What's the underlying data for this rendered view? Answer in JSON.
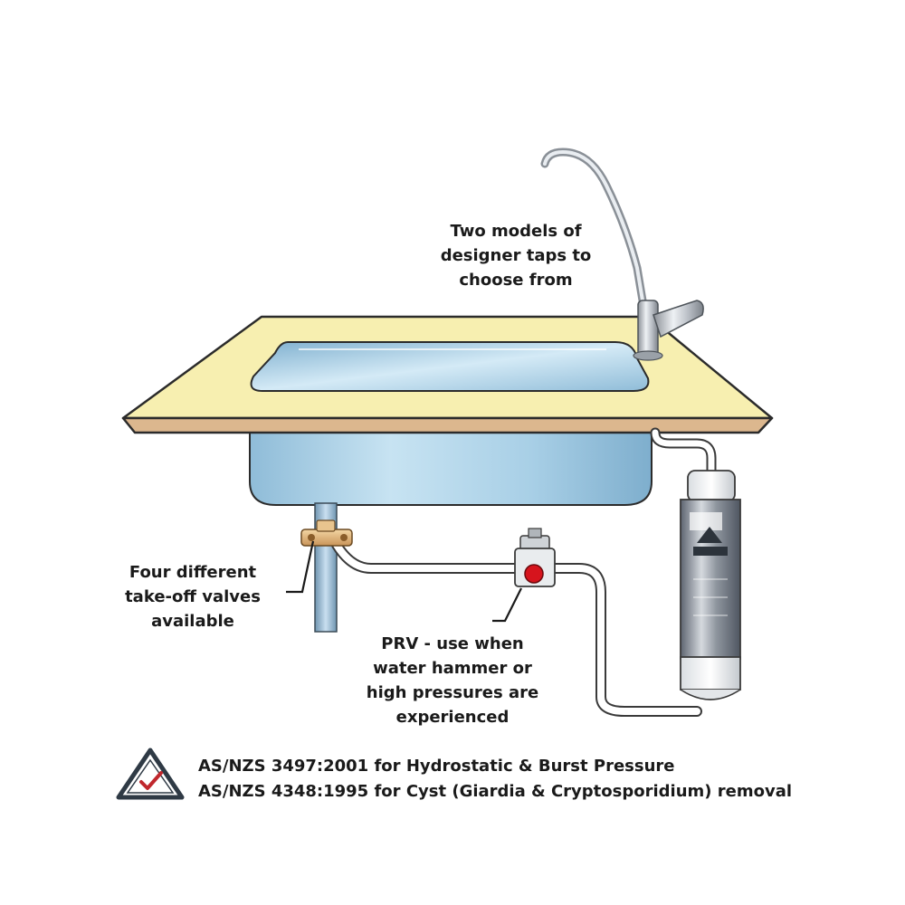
{
  "labels": {
    "tap": {
      "lines": [
        "Two models of",
        "designer taps to",
        "choose from"
      ]
    },
    "valves": {
      "lines": [
        "Four different",
        "take-off valves",
        "available"
      ]
    },
    "prv": {
      "lines": [
        "PRV - use when",
        "water hammer or",
        "high pressures are",
        "experienced"
      ]
    }
  },
  "standards": [
    "AS/NZS 3497:2001 for Hydrostatic & Burst Pressure",
    "AS/NZS 4348:1995 for Cyst (Giardia & Cryptosporidium) removal"
  ],
  "colors": {
    "benchtop": "#f7efb0",
    "benchtop_edge": "#d9b78c",
    "sink_steel": "#a9cfe6",
    "pipe": "#ffffff",
    "prv_knob": "#d6141d",
    "cert_accent": "#c0272d"
  }
}
